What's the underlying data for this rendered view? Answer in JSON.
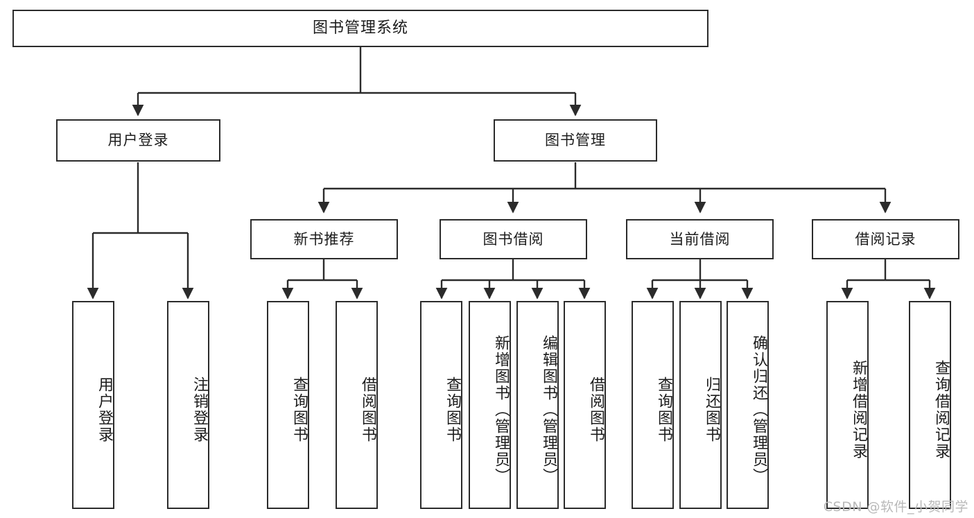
{
  "diagram": {
    "title": "图书管理系统",
    "watermark": "CSDN @软件_小贺同学",
    "colors": {
      "border": "#2b2b2b",
      "background": "#ffffff",
      "text": "#1c1c1c",
      "connector": "#2b2b2b",
      "watermark": "#b9b9b9"
    },
    "root": {
      "label": "图书管理系统"
    },
    "tier1": [
      {
        "label": "用户登录"
      },
      {
        "label": "图书管理"
      }
    ],
    "tier2": [
      {
        "label": "新书推荐"
      },
      {
        "label": "图书借阅"
      },
      {
        "label": "当前借阅"
      },
      {
        "label": "借阅记录"
      }
    ],
    "leaves_user_login": [
      {
        "label": "用户登录"
      },
      {
        "label": "注销登录"
      }
    ],
    "leaves_new_book": [
      {
        "label": "查询图书"
      },
      {
        "label": "借阅图书"
      }
    ],
    "leaves_borrow": [
      {
        "label": "查询图书"
      },
      {
        "label": "新增图书（管理员）"
      },
      {
        "label": "编辑图书（管理员）"
      },
      {
        "label": "借阅图书"
      }
    ],
    "leaves_current": [
      {
        "label": "查询图书"
      },
      {
        "label": "归还图书"
      },
      {
        "label": "确认归还（管理员）"
      }
    ],
    "leaves_records": [
      {
        "label": "新增借阅记录"
      },
      {
        "label": "查询借阅记录"
      }
    ]
  }
}
